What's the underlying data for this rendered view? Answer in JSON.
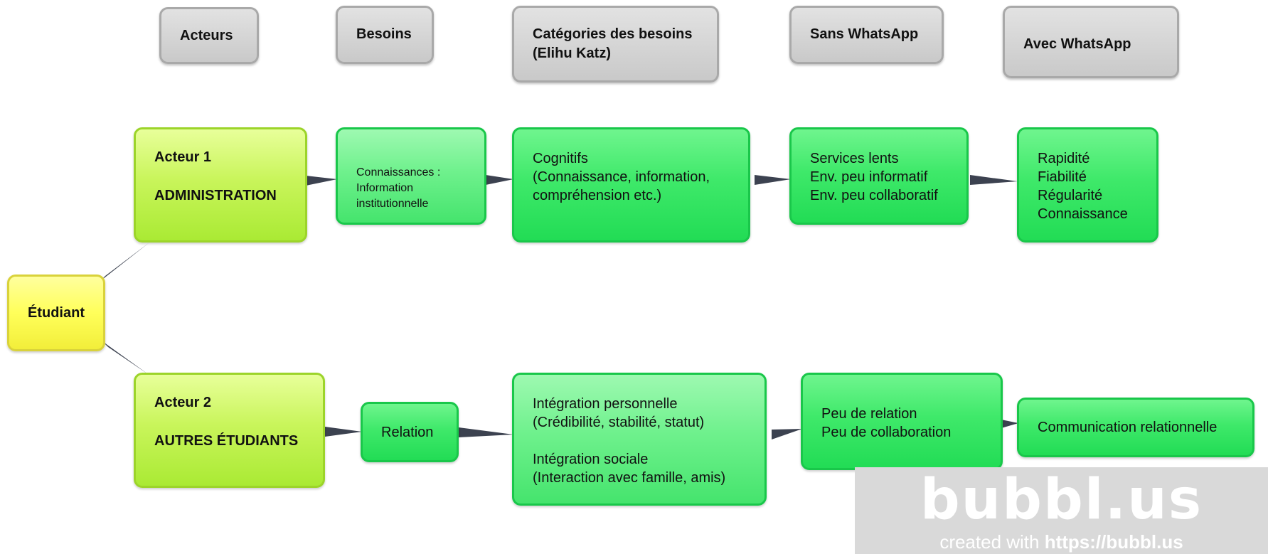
{
  "headers": {
    "acteurs": "Acteurs",
    "besoins": "Besoins",
    "categories": "Catégories des besoins\n(Elihu Katz)",
    "sans": "Sans WhatsApp",
    "avec": "Avec WhatsApp"
  },
  "root": {
    "label": "Étudiant"
  },
  "row1": {
    "actor": "Acteur 1\n\nADMINISTRATION",
    "need": "Connaissances :\nInformation\ninstitutionnelle",
    "category": "Cognitifs\n(Connaissance, information,\ncompréhension etc.)",
    "without": "Services lents\nEnv. peu informatif\nEnv. peu collaboratif",
    "with": "Rapidité\nFiabilité\nRégularité\nConnaissance"
  },
  "row2": {
    "actor": "Acteur 2\n\nAUTRES ÉTUDIANTS",
    "need": "Relation",
    "category": "Intégration personnelle\n(Crédibilité, stabilité, statut)\n\nIntégration sociale\n(Interaction avec famille, amis)",
    "without": "Peu de relation\nPeu de collaboration",
    "with": "Communication relationnelle"
  },
  "watermark": {
    "logo": "bubbl.us",
    "tagline_prefix": "created with ",
    "tagline_url": "https://bubbl.us"
  },
  "colors": {
    "header": "#d2d2d2",
    "green": "#3fe96a",
    "lime": "#c9f55b",
    "yellow": "#ffff5a",
    "connector": "#3c4250"
  }
}
